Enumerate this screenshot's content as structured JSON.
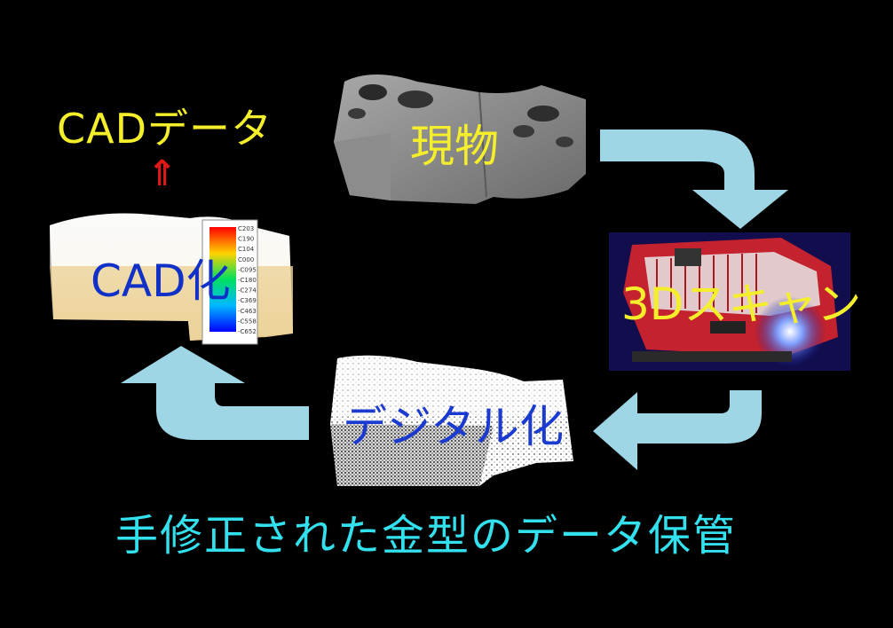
{
  "labels": {
    "cad_data": "CADデータ",
    "up_arrow": "⇑",
    "physical": "現物",
    "scan": "3Dスキャン",
    "cad_conversion": "CAD化",
    "digitization": "デジタル化",
    "caption": "手修正された金型のデータ保管"
  },
  "colors": {
    "background": "#000000",
    "yellow_text": "#f4ef2a",
    "blue_text": "#1030c8",
    "cyan_text": "#33e0ee",
    "arrow": "#9fd6e6",
    "up_arrow": "#e01818"
  },
  "legend_ticks": [
    "C203",
    "C190",
    "C104",
    "C000",
    "-C095",
    "-C180",
    "-C274",
    "-C369",
    "-C463",
    "-C558",
    "-C652"
  ]
}
